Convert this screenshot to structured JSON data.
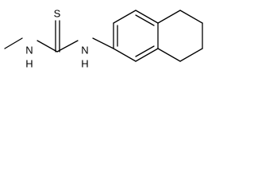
{
  "molecule": {
    "atoms": {
      "sulfur": "S",
      "nitrogen_left": "N",
      "hydrogen_left": "H",
      "nitrogen_right": "N",
      "hydrogen_right": "H"
    }
  },
  "colors": {
    "background": "#ffffff",
    "bond": "#000000",
    "label": "#000000"
  }
}
